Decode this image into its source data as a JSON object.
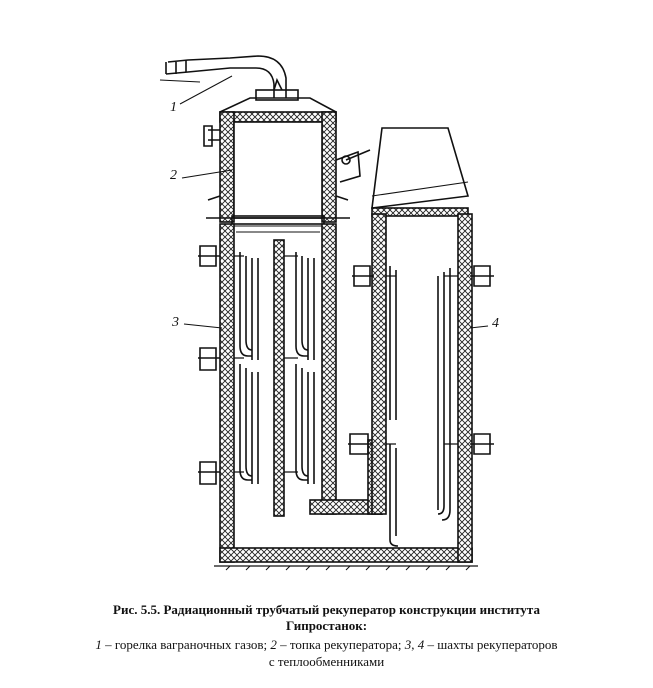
{
  "labels": {
    "l1": "1",
    "l2": "2",
    "l3": "3",
    "l4": "4"
  },
  "caption": {
    "title_line1": "Рис. 5.5. Радиационный трубчатый рекуператор конструкции института",
    "title_line2": "Гипростанок:",
    "n1": "1",
    "t1": " – горелка ваграночных газов; ",
    "n2": "2",
    "t2": " – топка рекуператора; ",
    "n3": "3",
    "t3": ", ",
    "n4": "4",
    "t4": " – шахты рекуператоров",
    "line4": "с теплообменниками"
  }
}
